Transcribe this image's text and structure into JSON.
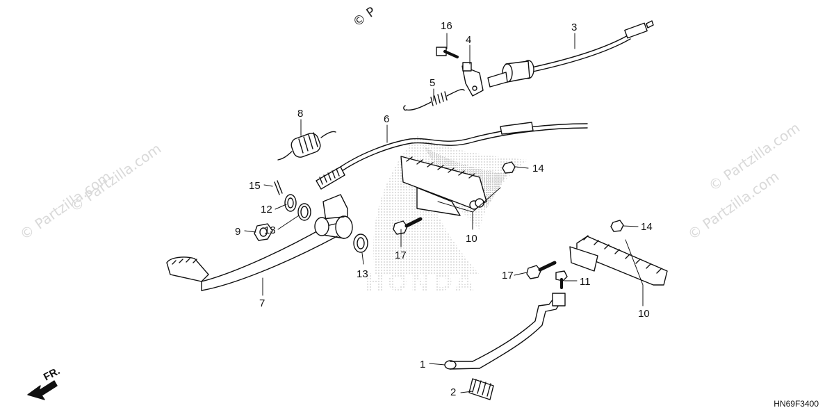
{
  "watermark": {
    "text": "© Partzilla.com",
    "top_text": "© P"
  },
  "diagram_code": "HN69F3400",
  "front_indicator": "FR.",
  "background_logo": "HONDA",
  "callouts": [
    "1",
    "2",
    "3",
    "4",
    "5",
    "6",
    "7",
    "8",
    "9",
    "10",
    "10",
    "11",
    "12",
    "13",
    "13",
    "14",
    "14",
    "15",
    "16",
    "17",
    "17"
  ]
}
